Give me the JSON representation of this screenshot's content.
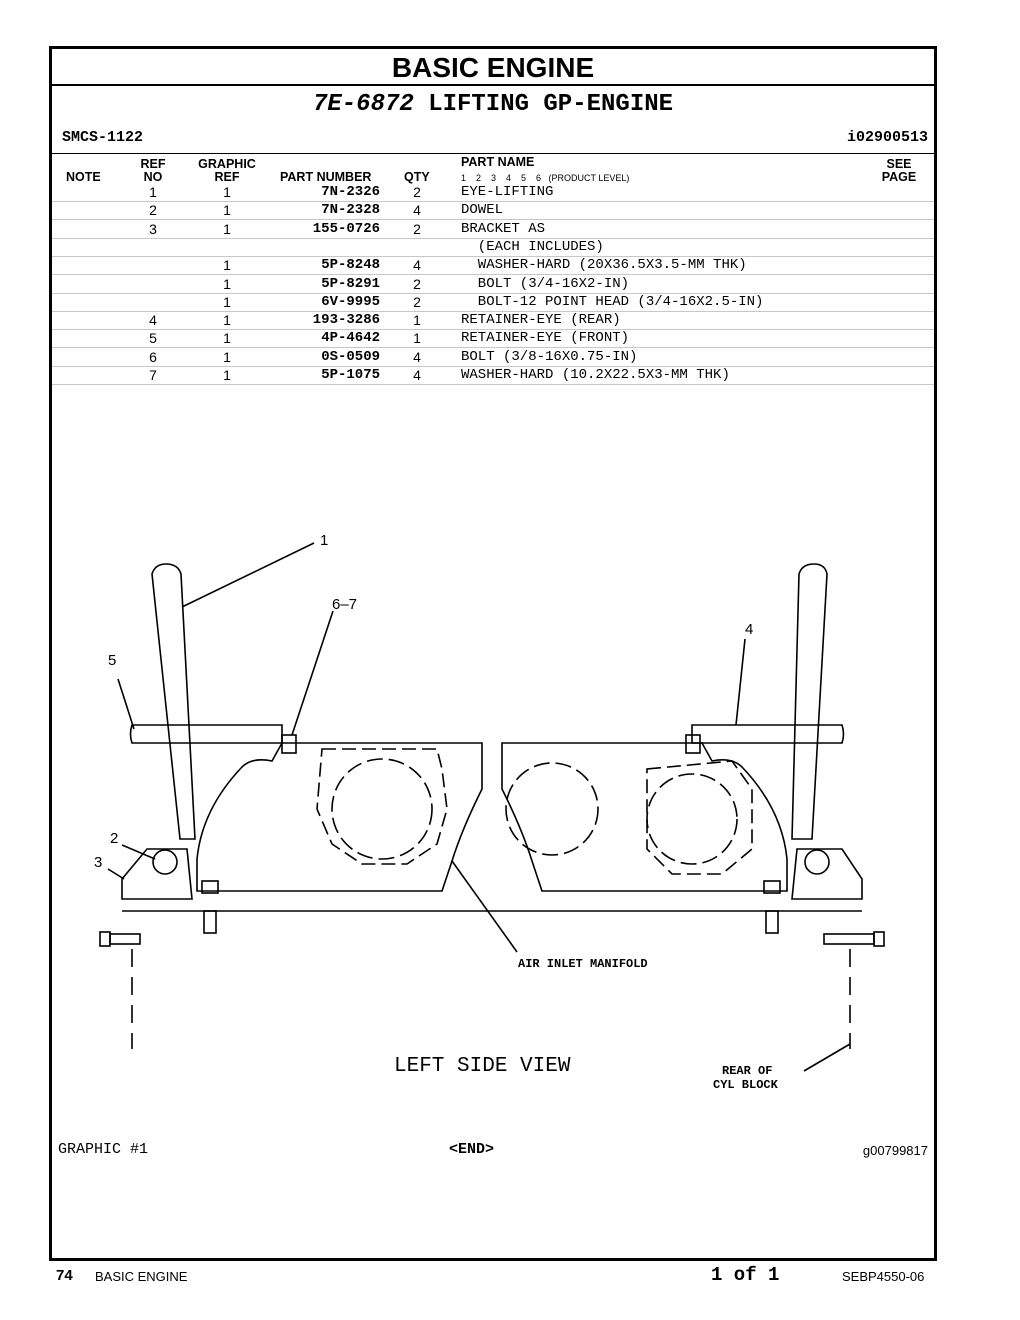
{
  "header": {
    "title": "BASIC ENGINE",
    "group_number": "7E-6872",
    "group_name": "LIFTING GP-ENGINE",
    "smcs": "SMCS-1122",
    "ident": "i02900513"
  },
  "columns": {
    "note": "NOTE",
    "ref_top": "REF",
    "ref_bottom": "NO",
    "graphic_top": "GRAPHIC",
    "graphic_bottom": "REF",
    "part_number": "PART NUMBER",
    "qty": "QTY",
    "part_name": "PART NAME",
    "levels": "1    2    3    4    5    6   (PRODUCT LEVEL)",
    "see_top": "SEE",
    "see_bottom": "PAGE"
  },
  "parts": [
    {
      "ref": "1",
      "graphic": "1",
      "part_number": "7N-2326",
      "qty": "2",
      "name": "EYE-LIFTING"
    },
    {
      "ref": "2",
      "graphic": "1",
      "part_number": "7N-2328",
      "qty": "4",
      "name": "DOWEL"
    },
    {
      "ref": "3",
      "graphic": "1",
      "part_number": "155-0726",
      "qty": "2",
      "name": "BRACKET AS"
    },
    {
      "ref": "",
      "graphic": "",
      "part_number": "",
      "qty": "",
      "name": "  (EACH INCLUDES)"
    },
    {
      "ref": "",
      "graphic": "1",
      "part_number": "5P-8248",
      "qty": "4",
      "name": "  WASHER-HARD (20X36.5X3.5-MM THK)"
    },
    {
      "ref": "",
      "graphic": "1",
      "part_number": "5P-8291",
      "qty": "2",
      "name": "  BOLT (3/4-16X2-IN)"
    },
    {
      "ref": "",
      "graphic": "1",
      "part_number": "6V-9995",
      "qty": "2",
      "name": "  BOLT-12 POINT HEAD (3/4-16X2.5-IN)"
    },
    {
      "ref": "4",
      "graphic": "1",
      "part_number": "193-3286",
      "qty": "1",
      "name": "RETAINER-EYE (REAR)"
    },
    {
      "ref": "5",
      "graphic": "1",
      "part_number": "4P-4642",
      "qty": "1",
      "name": "RETAINER-EYE (FRONT)"
    },
    {
      "ref": "6",
      "graphic": "1",
      "part_number": "0S-0509",
      "qty": "4",
      "name": "BOLT (3/8-16X0.75-IN)"
    },
    {
      "ref": "7",
      "graphic": "1",
      "part_number": "5P-1075",
      "qty": "4",
      "name": "WASHER-HARD (10.2X22.5X3-MM THK)"
    }
  ],
  "drawing": {
    "callout_1": "1",
    "callout_6_7": "6–7",
    "callout_4": "4",
    "callout_5": "5",
    "callout_2": "2",
    "callout_3": "3",
    "label_manifold": "AIR INLET MANIFOLD",
    "label_view": "LEFT SIDE VIEW",
    "label_rear_1": "REAR OF",
    "label_rear_2": "CYL BLOCK"
  },
  "footer": {
    "graphic": "GRAPHIC #1",
    "end": "<END>",
    "graphic_id": "g00799817"
  },
  "page": {
    "number": "74",
    "section": "BASIC ENGINE",
    "of": "1 of 1",
    "doc": "SEBP4550-06"
  }
}
